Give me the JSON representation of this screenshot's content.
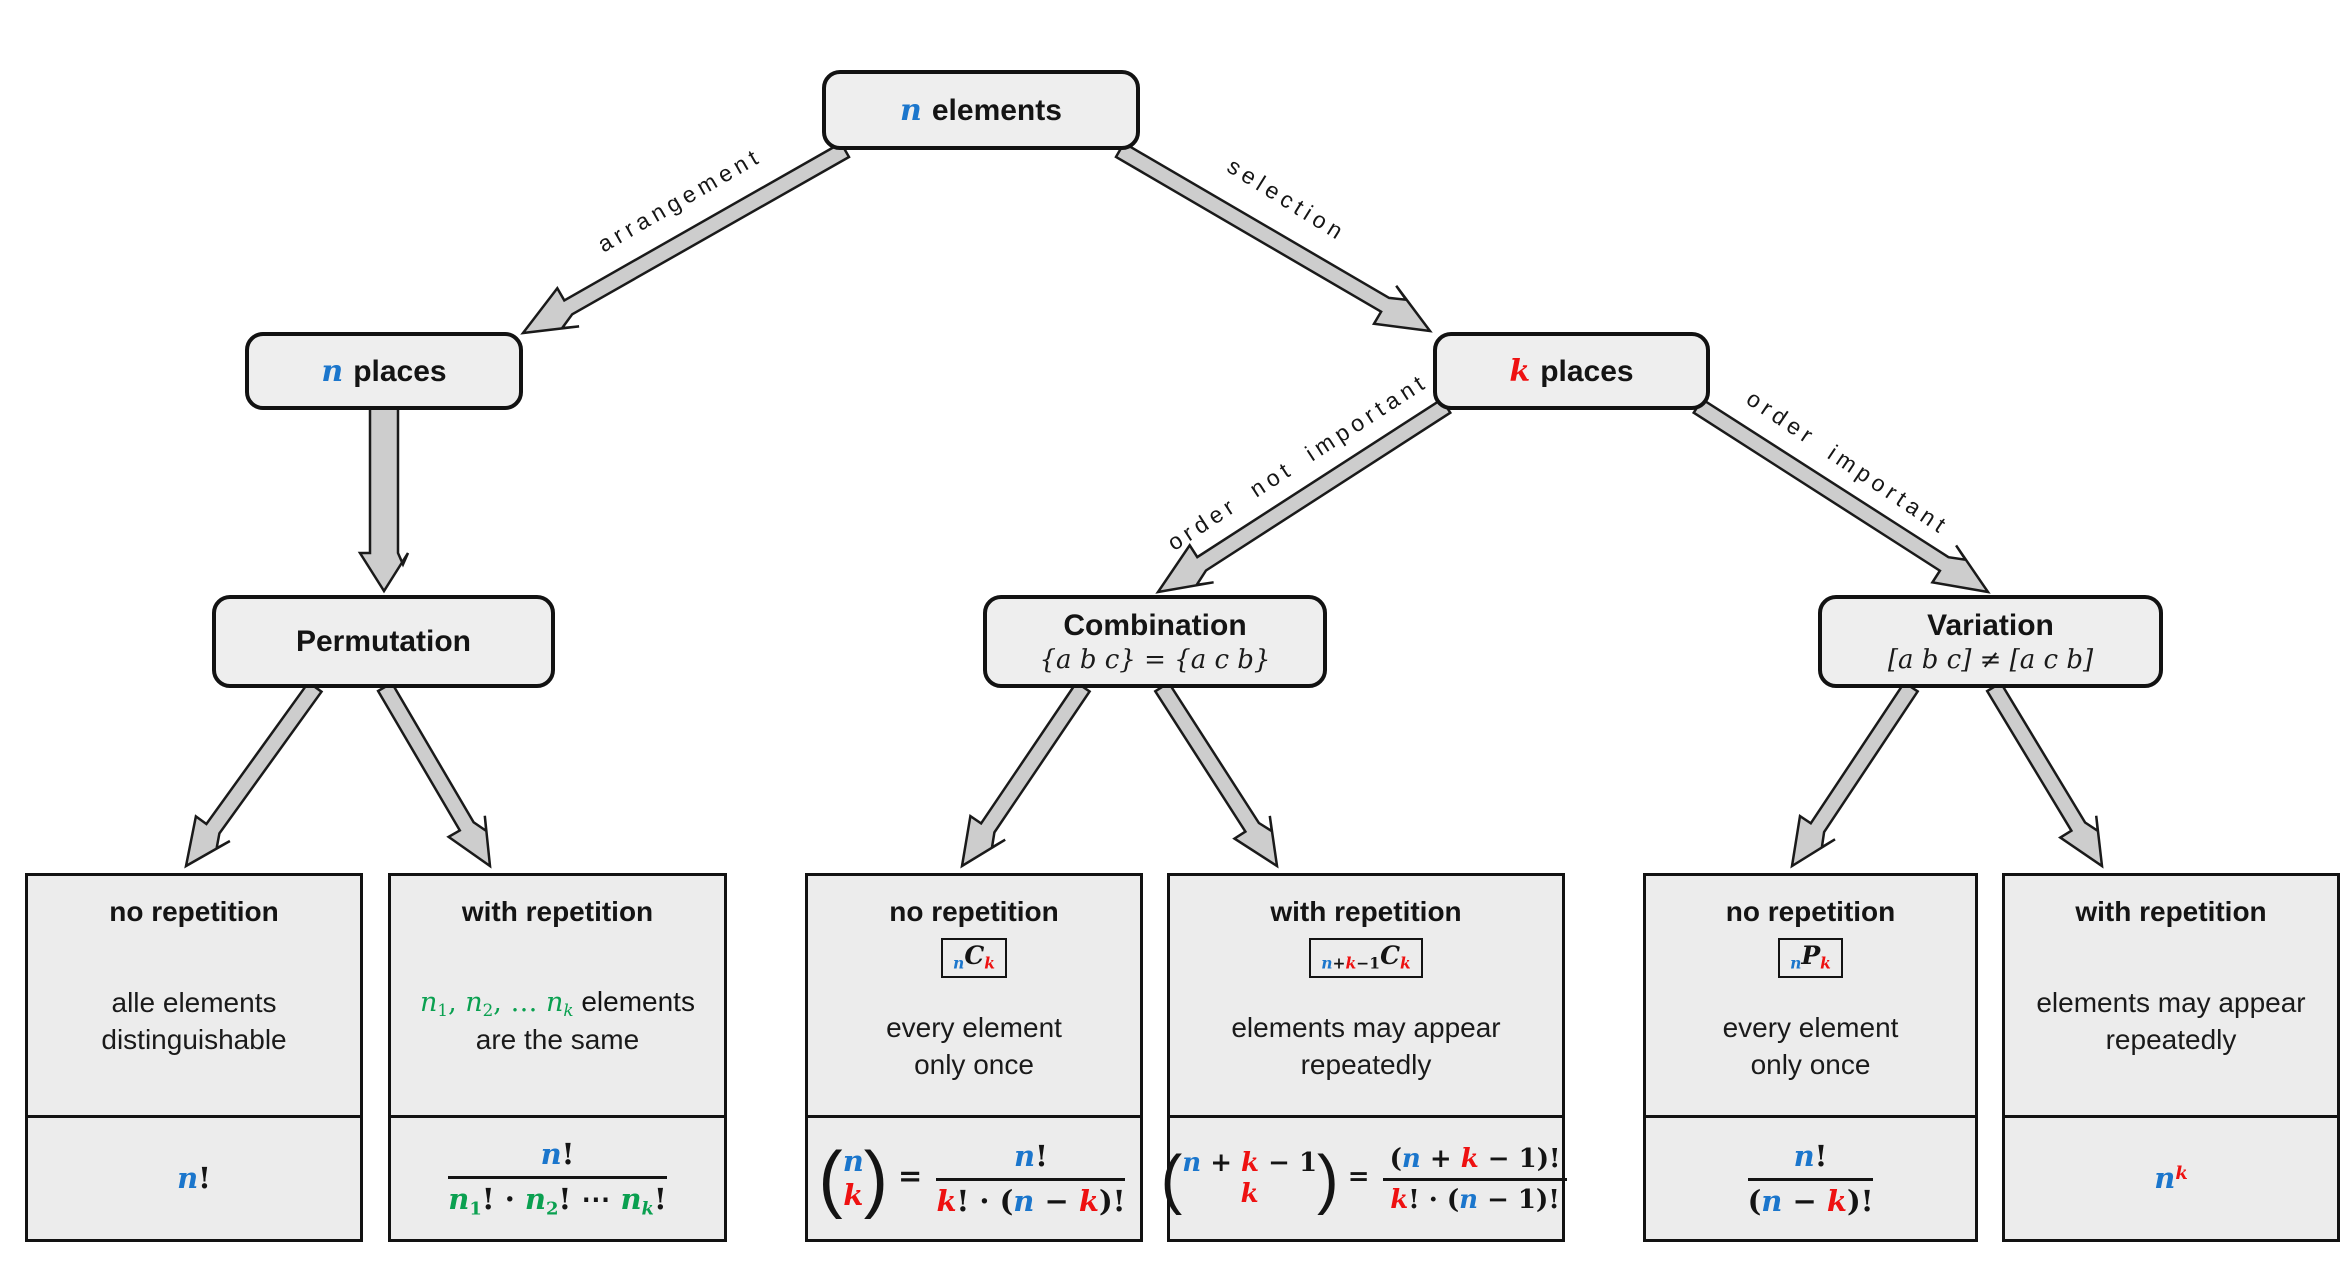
{
  "colors": {
    "variable_n_blue": "#1b76cc",
    "variable_k_red": "#ee1111",
    "variable_ni_green": "#0aa050",
    "node_fill": "#eeeeee",
    "leaf_fill": "#ececec",
    "arrow_fill": "#cdcdcd",
    "border_black": "#121212"
  },
  "nodes": {
    "root": {
      "var": "n",
      "label": "elements"
    },
    "n_places": {
      "var": "n",
      "label": "places"
    },
    "k_places": {
      "var": "k",
      "label": "places"
    },
    "permutation": {
      "title": "Permutation"
    },
    "combination": {
      "title": "Combination",
      "subline": "{a b c} = {a c b}"
    },
    "variation": {
      "title": "Variation",
      "subline": "[a b c] ≠ [a c b]"
    }
  },
  "edge_labels": {
    "arrangement": "arrangement",
    "selection": "selection",
    "order_not_important": "order not important",
    "order_important": "order important"
  },
  "leaves": [
    {
      "title": "no repetition",
      "desc": [
        {
          "text": "alle elements"
        },
        {
          "text": "distinguishable"
        }
      ],
      "formula": [
        {
          "t": "n",
          "c": "b"
        },
        {
          "t": "!",
          "s": "o"
        }
      ]
    },
    {
      "title": "with repetition",
      "desc": [
        {
          "math": [
            {
              "t": "n",
              "c": "g",
              "w": "n"
            },
            {
              "t": "1",
              "c": "g",
              "pos": "sub",
              "s": "o",
              "w": "n"
            },
            {
              "t": ", ",
              "c": "g",
              "s": "o",
              "w": "n"
            },
            {
              "t": "n",
              "c": "g",
              "w": "n"
            },
            {
              "t": "2",
              "c": "g",
              "pos": "sub",
              "s": "o",
              "w": "n"
            },
            {
              "t": ", … ",
              "c": "g",
              "s": "o",
              "w": "n"
            },
            {
              "t": "n",
              "c": "g",
              "w": "n"
            },
            {
              "t": "k",
              "c": "g",
              "pos": "sub",
              "w": "n"
            },
            {
              "t": " elements",
              "plain": true
            }
          ]
        },
        {
          "text": "are the same"
        }
      ],
      "formula": [
        {
          "frac": {
            "num": [
              {
                "t": "n",
                "c": "b"
              },
              {
                "t": "!",
                "s": "o"
              }
            ],
            "den": [
              {
                "t": "n",
                "c": "g"
              },
              {
                "t": "1",
                "c": "g",
                "pos": "sub",
                "s": "o"
              },
              {
                "t": "! · ",
                "s": "o"
              },
              {
                "t": "n",
                "c": "g"
              },
              {
                "t": "2",
                "c": "g",
                "pos": "sub",
                "s": "o"
              },
              {
                "t": "! ⋯ ",
                "s": "o"
              },
              {
                "t": "n",
                "c": "g"
              },
              {
                "t": "k",
                "c": "g",
                "pos": "sub"
              },
              {
                "t": "!",
                "s": "o"
              }
            ]
          }
        }
      ]
    },
    {
      "title": "no repetition",
      "badge": [
        {
          "t": "n",
          "c": "b",
          "pos": "sub"
        },
        {
          "t": "C",
          "c": "k"
        },
        {
          "t": "k",
          "c": "r",
          "pos": "sub"
        }
      ],
      "desc": [
        {
          "text": "every element"
        },
        {
          "text": "only once"
        }
      ],
      "formula": [
        {
          "binom": {
            "top": [
              {
                "t": "n",
                "c": "b"
              }
            ],
            "bot": [
              {
                "t": "k",
                "c": "r"
              }
            ]
          }
        },
        {
          "t": " = ",
          "s": "o"
        },
        {
          "frac": {
            "num": [
              {
                "t": "n",
                "c": "b"
              },
              {
                "t": "!",
                "s": "o"
              }
            ],
            "den": [
              {
                "t": "k",
                "c": "r"
              },
              {
                "t": "! · (",
                "s": "o"
              },
              {
                "t": "n",
                "c": "b"
              },
              {
                "t": " − ",
                "s": "o"
              },
              {
                "t": "k",
                "c": "r"
              },
              {
                "t": ")!",
                "s": "o"
              }
            ]
          }
        }
      ]
    },
    {
      "title": "with repetition",
      "badge": [
        {
          "t": "n",
          "c": "b",
          "pos": "sub"
        },
        {
          "t": "+",
          "c": "k",
          "pos": "sub",
          "s": "o"
        },
        {
          "t": "k",
          "c": "r",
          "pos": "sub"
        },
        {
          "t": "−1",
          "c": "k",
          "pos": "sub",
          "s": "o"
        },
        {
          "t": "C",
          "c": "k"
        },
        {
          "t": "k",
          "c": "r",
          "pos": "sub"
        }
      ],
      "desc": [
        {
          "text": "elements may appear"
        },
        {
          "text": "repeatedly"
        }
      ],
      "formula": [
        {
          "binom": {
            "top": [
              {
                "t": "n",
                "c": "b"
              },
              {
                "t": " + ",
                "s": "o"
              },
              {
                "t": "k",
                "c": "r"
              },
              {
                "t": " − 1",
                "s": "o"
              }
            ],
            "bot": [
              {
                "t": "k",
                "c": "r"
              }
            ]
          }
        },
        {
          "t": " = ",
          "s": "o"
        },
        {
          "frac": {
            "num": [
              {
                "t": "(",
                "s": "o"
              },
              {
                "t": "n",
                "c": "b"
              },
              {
                "t": " + ",
                "s": "o"
              },
              {
                "t": "k",
                "c": "r"
              },
              {
                "t": " − 1",
                "s": "o"
              },
              {
                "t": ")!",
                "s": "o"
              }
            ],
            "den": [
              {
                "t": "k",
                "c": "r"
              },
              {
                "t": "! · (",
                "s": "o"
              },
              {
                "t": "n",
                "c": "b"
              },
              {
                "t": " − 1)!",
                "s": "o"
              }
            ]
          }
        }
      ]
    },
    {
      "title": "no repetition",
      "badge": [
        {
          "t": "n",
          "c": "b",
          "pos": "sub"
        },
        {
          "t": "P",
          "c": "k"
        },
        {
          "t": "k",
          "c": "r",
          "pos": "sub"
        }
      ],
      "desc": [
        {
          "text": "every element"
        },
        {
          "text": "only once"
        }
      ],
      "formula": [
        {
          "frac": {
            "num": [
              {
                "t": "n",
                "c": "b"
              },
              {
                "t": "!",
                "s": "o"
              }
            ],
            "den": [
              {
                "t": "(",
                "s": "o"
              },
              {
                "t": "n",
                "c": "b"
              },
              {
                "t": " − ",
                "s": "o"
              },
              {
                "t": "k",
                "c": "r"
              },
              {
                "t": ")!",
                "s": "o"
              }
            ]
          }
        }
      ]
    },
    {
      "title": "with repetition",
      "desc": [
        {
          "text": "elements may appear"
        },
        {
          "text": "repeatedly"
        }
      ],
      "formula": [
        {
          "t": "n",
          "c": "b"
        },
        {
          "t": "k",
          "c": "r",
          "pos": "sup"
        }
      ]
    }
  ]
}
